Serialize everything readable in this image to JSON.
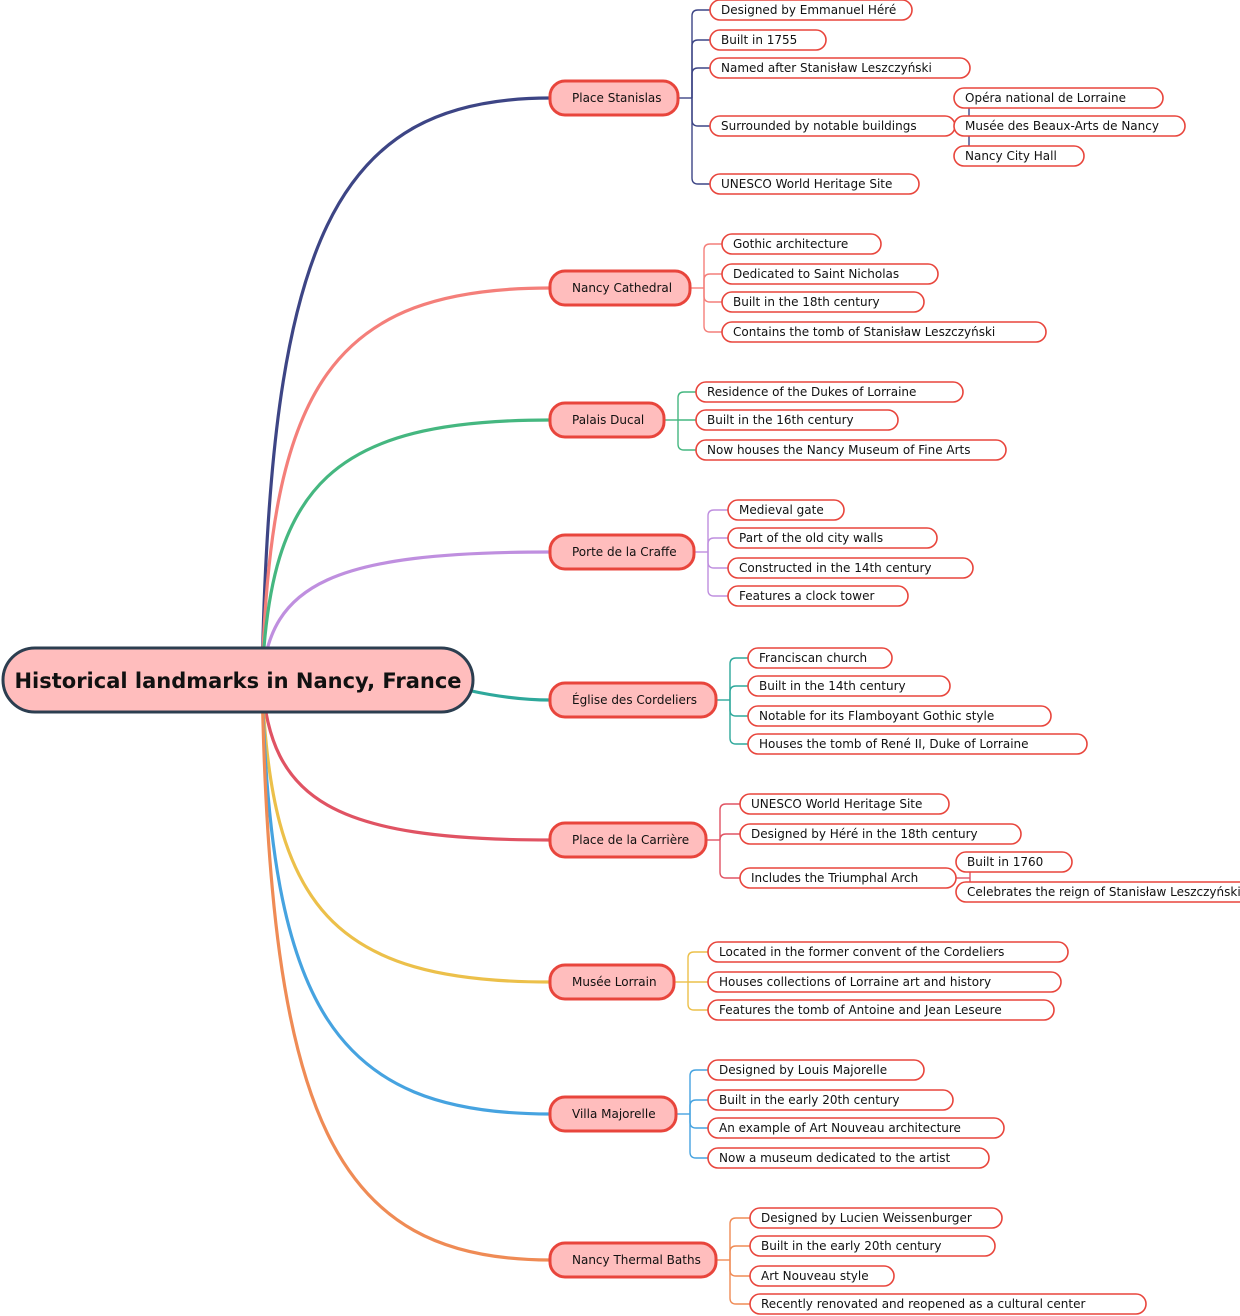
{
  "root": {
    "label": "Historical landmarks in Nancy, France"
  },
  "theme": {
    "root_fill": "#ffbdbd",
    "root_stroke": "#2c3e50",
    "node_fill": "#ffbdbd",
    "node_stroke": "#e8453c",
    "leaf_fill": "#ffffff",
    "leaf_stroke": "#e8453c"
  },
  "branches": [
    {
      "label": "Place Stanislas",
      "color": "#3d4585",
      "children": [
        {
          "label": "Designed by Emmanuel Héré"
        },
        {
          "label": "Built in 1755"
        },
        {
          "label": "Named after Stanisław Leszczyński"
        },
        {
          "label": "Surrounded by notable buildings",
          "children": [
            {
              "label": "Opéra national de Lorraine"
            },
            {
              "label": "Musée des Beaux-Arts de Nancy"
            },
            {
              "label": "Nancy City Hall"
            }
          ]
        },
        {
          "label": "UNESCO World Heritage Site"
        }
      ]
    },
    {
      "label": "Nancy Cathedral",
      "color": "#f47f7a",
      "children": [
        {
          "label": "Gothic architecture"
        },
        {
          "label": "Dedicated to Saint Nicholas"
        },
        {
          "label": "Built in the 18th century"
        },
        {
          "label": "Contains the tomb of Stanisław Leszczyński"
        }
      ]
    },
    {
      "label": "Palais Ducal",
      "color": "#45b780",
      "children": [
        {
          "label": "Residence of the Dukes of Lorraine"
        },
        {
          "label": "Built in the 16th century"
        },
        {
          "label": "Now houses the Nancy Museum of Fine Arts"
        }
      ]
    },
    {
      "label": "Porte de la Craffe",
      "color": "#bf8fdf",
      "children": [
        {
          "label": "Medieval gate"
        },
        {
          "label": "Part of the old city walls"
        },
        {
          "label": "Constructed in the 14th century"
        },
        {
          "label": "Features a clock tower"
        }
      ]
    },
    {
      "label": "Église des Cordeliers",
      "color": "#2ea89b",
      "children": [
        {
          "label": "Franciscan church"
        },
        {
          "label": "Built in the 14th century"
        },
        {
          "label": "Notable for its Flamboyant Gothic style"
        },
        {
          "label": "Houses the tomb of René II, Duke of Lorraine"
        }
      ]
    },
    {
      "label": "Place de la Carrière",
      "color": "#e05363",
      "children": [
        {
          "label": "UNESCO World Heritage Site"
        },
        {
          "label": "Designed by Héré in the 18th century"
        },
        {
          "label": "Includes the Triumphal Arch",
          "children": [
            {
              "label": "Built in 1760"
            },
            {
              "label": "Celebrates the reign of Stanisław Leszczyński"
            }
          ]
        }
      ]
    },
    {
      "label": "Musée Lorrain",
      "color": "#ecc04a",
      "children": [
        {
          "label": "Located in the former convent of the Cordeliers"
        },
        {
          "label": "Houses collections of Lorraine art and history"
        },
        {
          "label": "Features the tomb of Antoine and Jean Leseure"
        }
      ]
    },
    {
      "label": "Villa Majorelle",
      "color": "#46a3e0",
      "children": [
        {
          "label": "Designed by Louis Majorelle"
        },
        {
          "label": "Built in the early 20th century"
        },
        {
          "label": "An example of Art Nouveau architecture"
        },
        {
          "label": "Now a museum dedicated to the artist"
        }
      ]
    },
    {
      "label": "Nancy Thermal Baths",
      "color": "#ef8b55",
      "children": [
        {
          "label": "Designed by Lucien Weissenburger"
        },
        {
          "label": "Built in the early 20th century"
        },
        {
          "label": "Art Nouveau style"
        },
        {
          "label": "Recently renovated and reopened as a cultural center"
        }
      ]
    }
  ]
}
